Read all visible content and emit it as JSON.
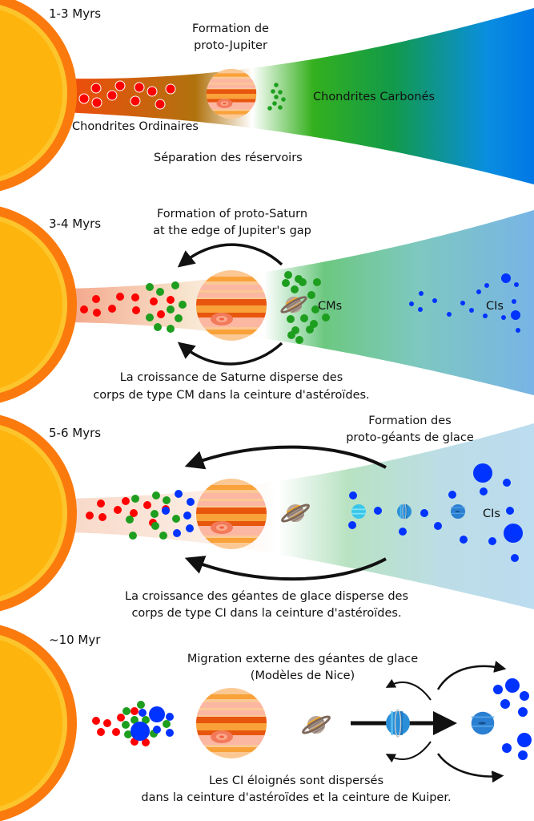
{
  "figure": {
    "title": "Formation of the solar system giant planets and chondrite reservoirs",
    "colors": {
      "sun_fill": "#fdb40c",
      "sun_inner_ring": "#fdc52c",
      "sun_outer_ring": "#fb7a0d",
      "ordinary_chondrite": "#ff0000",
      "carbonaceous_cm": "#1e9e1e",
      "carbonaceous_ci": "#0033ff",
      "arrow": "#111111",
      "text": "#111111"
    },
    "panels": [
      {
        "id": "panel-1",
        "time_label": "1-3 Myrs",
        "top_caption": [
          "Formation de",
          "proto-Jupiter"
        ],
        "region_labels": {
          "inner": "Chondrites Ordinaires",
          "outer": "Chondrites Carbonés"
        },
        "bottom_caption": [
          "Séparation des réservoirs"
        ],
        "disk_gradient": [
          "#f24a0c",
          "#b0730e",
          "#ffffff",
          "#34b01e",
          "#129a4a",
          "#0a8ee0",
          "#0077e6"
        ]
      },
      {
        "id": "panel-2",
        "time_label": "3-4 Myrs",
        "top_caption": [
          "Formation of proto-Saturn",
          "at the edge of Jupiter's gap"
        ],
        "region_labels": {
          "cm": "CMs",
          "ci": "CIs"
        },
        "bottom_caption": [
          "La croissance de Saturne disperse des",
          "corps de type CM dans la ceinture d'astéroïdes."
        ],
        "disk_gradient": [
          "#f4a68a",
          "#f7e3cc",
          "#ffffff",
          "#6cc880",
          "#7ec8c0",
          "#78b4e6"
        ]
      },
      {
        "id": "panel-3",
        "time_label": "5-6 Myrs",
        "top_caption": [
          "Formation des",
          "proto-géants de glace"
        ],
        "region_labels": {
          "ci": "CIs"
        },
        "bottom_caption": [
          "La croissance des géantes de glace disperse des",
          "corps de type CI dans la ceinture d'astéroïdes."
        ],
        "disk_gradient": [
          "#f8d8c8",
          "#fbeadf",
          "#ffffff",
          "#b8e2c2",
          "#bcdde6",
          "#bcdcf0"
        ]
      },
      {
        "id": "panel-4",
        "time_label": "~10 Myr",
        "top_caption": [
          "Migration externe des géantes de glace",
          "(Modèles de Nice)"
        ],
        "bottom_caption": [
          "Les CI éloignés sont dispersés",
          "dans la ceinture d'astéroïdes et la ceinture de Kuiper."
        ]
      }
    ]
  }
}
